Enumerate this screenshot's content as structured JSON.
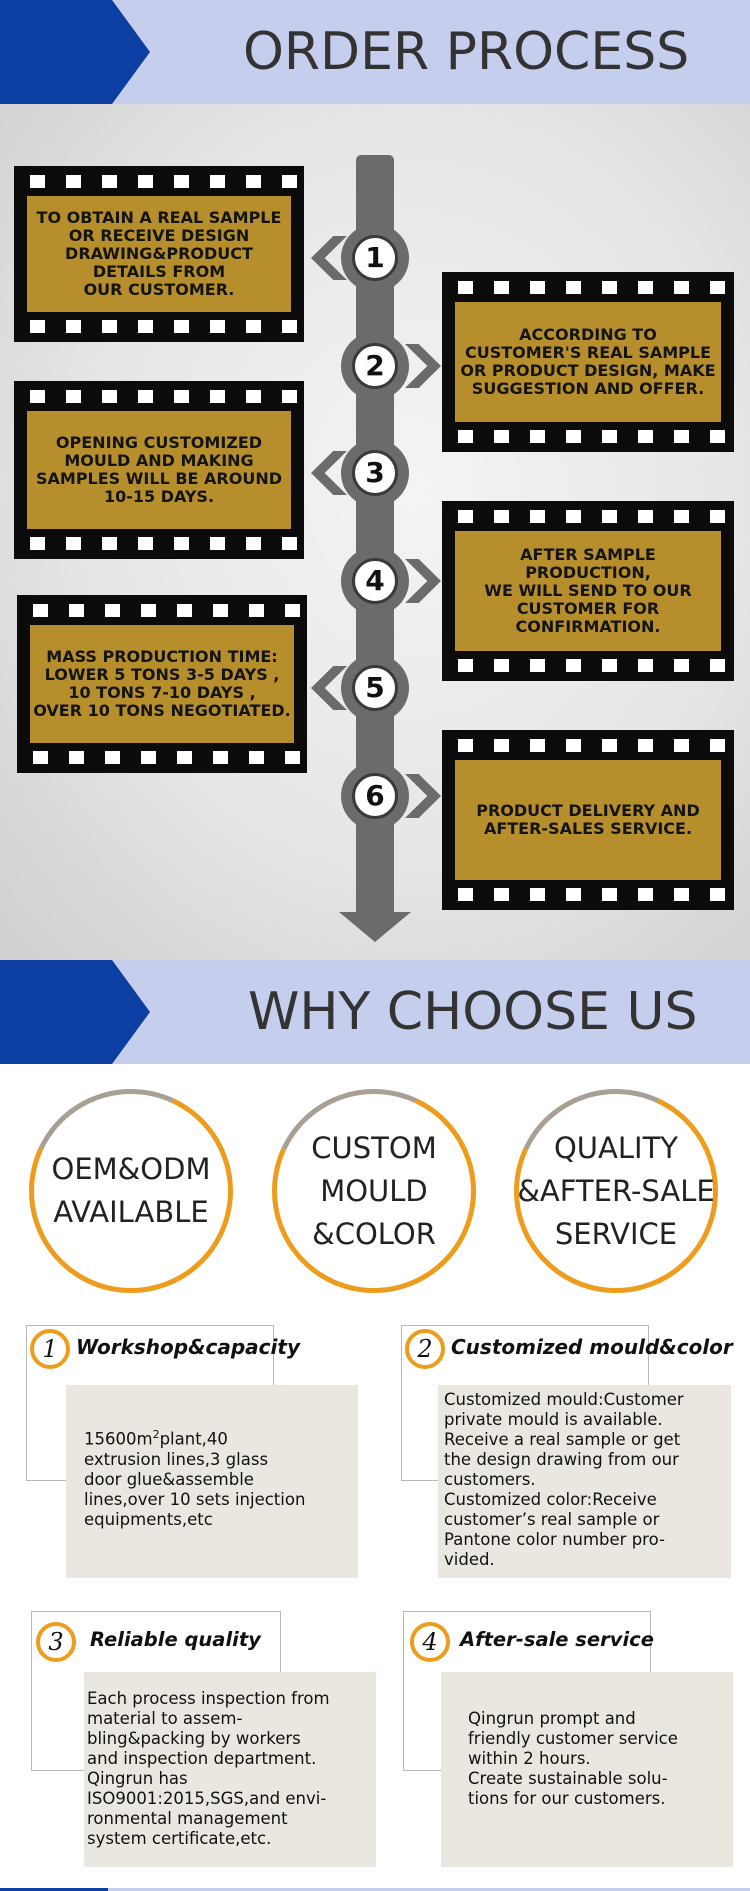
{
  "order_process": {
    "title": "ORDER PROCESS",
    "steps": [
      {
        "number": "1",
        "text": "TO OBTAIN A REAL SAMPLE\nOR RECEIVE DESIGN\nDRAWING&PRODUCT\nDETAILS FROM\nOUR CUSTOMER."
      },
      {
        "number": "2",
        "text": "ACCORDING TO\nCUSTOMER'S REAL SAMPLE\nOR PRODUCT DESIGN, MAKE\nSUGGESTION AND OFFER."
      },
      {
        "number": "3",
        "text": "OPENING CUSTOMIZED\nMOULD AND MAKING\nSAMPLES WILL BE AROUND\n10-15 DAYS."
      },
      {
        "number": "4",
        "text": "AFTER SAMPLE PRODUCTION,\nWE WILL SEND TO OUR\nCUSTOMER FOR\nCONFIRMATION."
      },
      {
        "number": "5",
        "text": "MASS PRODUCTION TIME:\nLOWER 5 TONS 3-5 DAYS ,\n10 TONS 7-10 DAYS ,\nOVER 10 TONS NEGOTIATED."
      },
      {
        "number": "6",
        "text": "PRODUCT DELIVERY AND\nAFTER-SALES SERVICE."
      }
    ]
  },
  "why_choose_us": {
    "title": "WHY CHOOSE US",
    "circles": [
      {
        "label": "OEM&ODM\nAVAILABLE"
      },
      {
        "label": "CUSTOM\nMOULD\n&COLOR"
      },
      {
        "label": "QUALITY\n&AFTER-SALE\nSERVICE"
      }
    ],
    "features": [
      {
        "number": "1",
        "title": "Workshop&capacity",
        "text_pre": "15600m",
        "text_sup": "2",
        "text_post": "plant,40\nextrusion lines,3 glass\ndoor glue&assemble\nlines,over 10 sets injection\nequipments,etc"
      },
      {
        "number": "2",
        "title": "Customized mould&color",
        "text": "Customized mould:Customer\nprivate mould is available.\nReceive a real sample or get\nthe design drawing from our\ncustomers.\nCustomized color:Receive\ncustomer’s real sample or\nPantone color number pro-\nvided."
      },
      {
        "number": "3",
        "title": "Reliable quality",
        "text": "Each process inspection from\nmaterial to assem-\nbling&packing by workers\nand inspection department.\nQingrun has\nISO9001:2015,SGS,and envi-\nronmental management\nsystem certificate,etc."
      },
      {
        "number": "4",
        "title": "After-sale service",
        "text": "Qingrun prompt and\nfriendly customer service\nwithin 2 hours.\nCreate sustainable solu-\ntions for our customers."
      }
    ]
  },
  "colors": {
    "banner_light": "#c5ceed",
    "banner_dark": "#0d3fa3",
    "film_panel": "#b68f2c",
    "timeline": "#6b6b6b",
    "ring_accent": "#ee9c1b",
    "feature_box": "#e9e7df"
  }
}
